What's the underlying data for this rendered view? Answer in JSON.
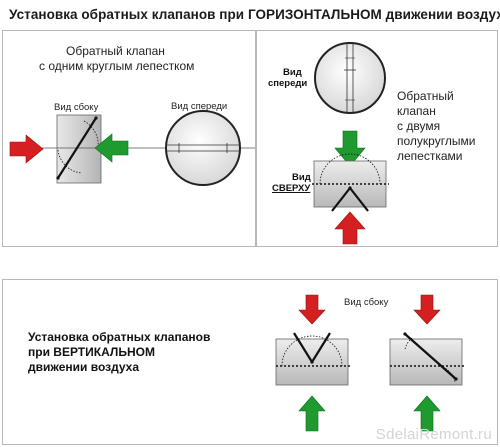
{
  "title": "Установка обратных клапанов при ГОРИЗОНТАЛЬНОМ движении воздуха",
  "left_panel": {
    "caption_line1": "Обратный клапан",
    "caption_line2": "с одним круглым лепестком",
    "side_label": "Вид сбоку",
    "front_label": "Вид спереди"
  },
  "right_panel": {
    "front_label_line1": "Вид",
    "front_label_line2": "спереди",
    "caption_lines": [
      "Обратный",
      "клапан",
      "с двумя",
      "полукруглыми",
      "лепестками"
    ],
    "top_label_line1": "Вид",
    "top_label_line2": "СВЕРХУ"
  },
  "bottom_panel": {
    "heading_lines": [
      "Установка обратных клапанов",
      "при ВЕРТИКАЛЬНОМ",
      "движении воздуха"
    ],
    "side_label": "Вид сбоку"
  },
  "watermark": "SdelaiRemont.ru",
  "colors": {
    "red": "#d42020",
    "green": "#1f9a2e",
    "box": "#c9c9c9"
  }
}
